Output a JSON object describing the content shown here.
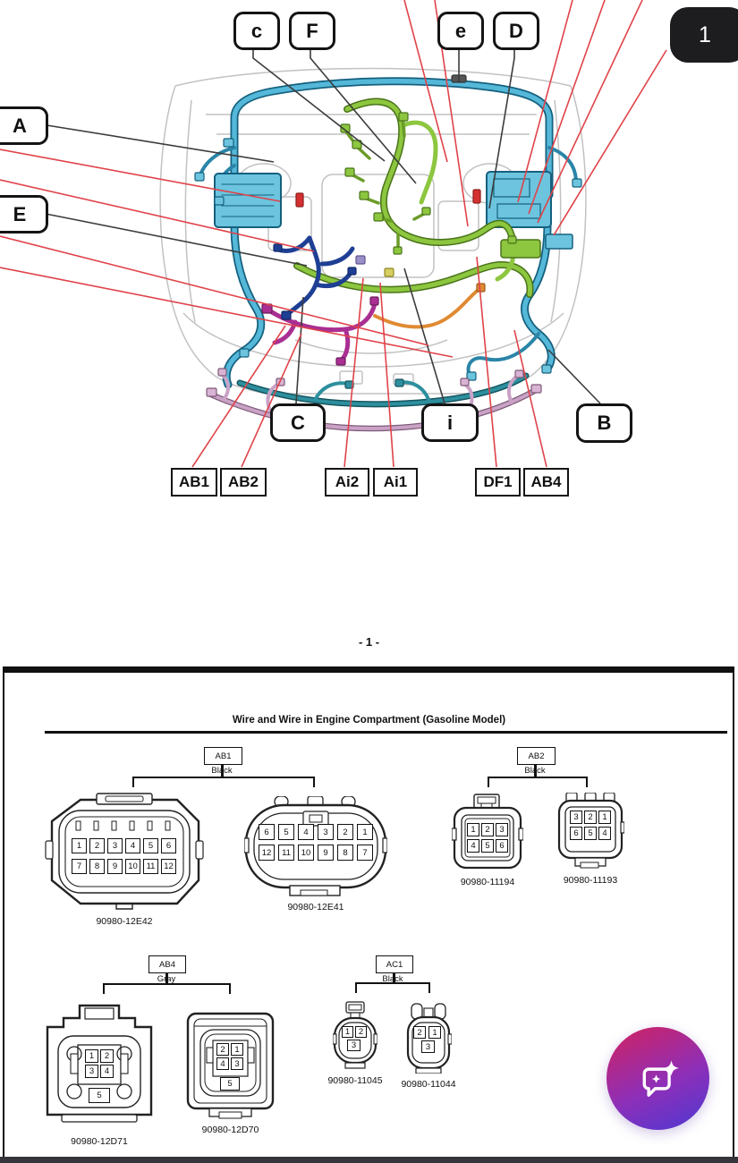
{
  "window": {
    "badge_count": "1"
  },
  "diagram": {
    "callouts": {
      "c_lower": "c",
      "f": "F",
      "e_lower": "e",
      "d": "D",
      "a": "A",
      "e_upper": "E",
      "c_upper": "C",
      "i": "i",
      "b": "B"
    },
    "connector_codes": {
      "ab1": "AB1",
      "ab2": "AB2",
      "ai2": "Ai2",
      "ai1": "Ai1",
      "df1": "DF1",
      "ab4": "AB4"
    }
  },
  "page": {
    "number_label": "- 1 -"
  },
  "section": {
    "title": "Wire and Wire in Engine Compartment (Gasoline Model)",
    "groups": [
      {
        "code": "AB1",
        "color": "Black",
        "connectors": [
          {
            "part_number": "90980-12E42",
            "pin_rows": [
              [
                "1",
                "2",
                "3",
                "4",
                "5",
                "6"
              ],
              [
                "7",
                "8",
                "9",
                "10",
                "11",
                "12"
              ]
            ]
          },
          {
            "part_number": "90980-12E41",
            "pin_rows": [
              [
                "6",
                "5",
                "4",
                "3",
                "2",
                "1"
              ],
              [
                "12",
                "11",
                "10",
                "9",
                "8",
                "7"
              ]
            ]
          }
        ]
      },
      {
        "code": "AB2",
        "color": "Black",
        "connectors": [
          {
            "part_number": "90980-11194",
            "pin_rows": [
              [
                "1",
                "2",
                "3"
              ],
              [
                "4",
                "5",
                "6"
              ]
            ]
          },
          {
            "part_number": "90980-11193",
            "pin_rows": [
              [
                "3",
                "2",
                "1"
              ],
              [
                "6",
                "5",
                "4"
              ]
            ]
          }
        ]
      },
      {
        "code": "AB4",
        "color": "Gray",
        "connectors": [
          {
            "part_number": "90980-12D71",
            "pin_rows": [
              [
                "1",
                "2"
              ],
              [
                "3",
                "4"
              ]
            ],
            "extra_pin": "5"
          },
          {
            "part_number": "90980-12D70",
            "pin_rows": [
              [
                "2",
                "1"
              ],
              [
                "4",
                "3"
              ]
            ],
            "extra_pin": "5"
          }
        ]
      },
      {
        "code": "AC1",
        "color": "Black",
        "connectors": [
          {
            "part_number": "90980-11045",
            "pin_rows": [
              [
                "1",
                "2"
              ]
            ],
            "extra_pin": "3"
          },
          {
            "part_number": "90980-11044",
            "pin_rows": [
              [
                "2",
                "1"
              ]
            ],
            "extra_pin": "3"
          }
        ]
      }
    ]
  },
  "fab": {
    "icon": "chat-sparkle"
  },
  "colors": {
    "engine_room_harness": "#55b8d9",
    "engine_harness": "#8dc63f",
    "junction_harness": "#1e3f94",
    "sub_harness_magenta": "#aa2f92",
    "sub_wire_orange": "#e08a33",
    "front_harness_pink": "#c9a2c6",
    "frame_harness_teal": "#2e8f9e",
    "leader_red": "#e04349",
    "leader_black": "#3c3c3c",
    "badge_bg": "#1d1d20",
    "fab_gradient_start": "#cc2366",
    "fab_gradient_end": "#4d38d2",
    "footer_bar": "#35363c"
  }
}
